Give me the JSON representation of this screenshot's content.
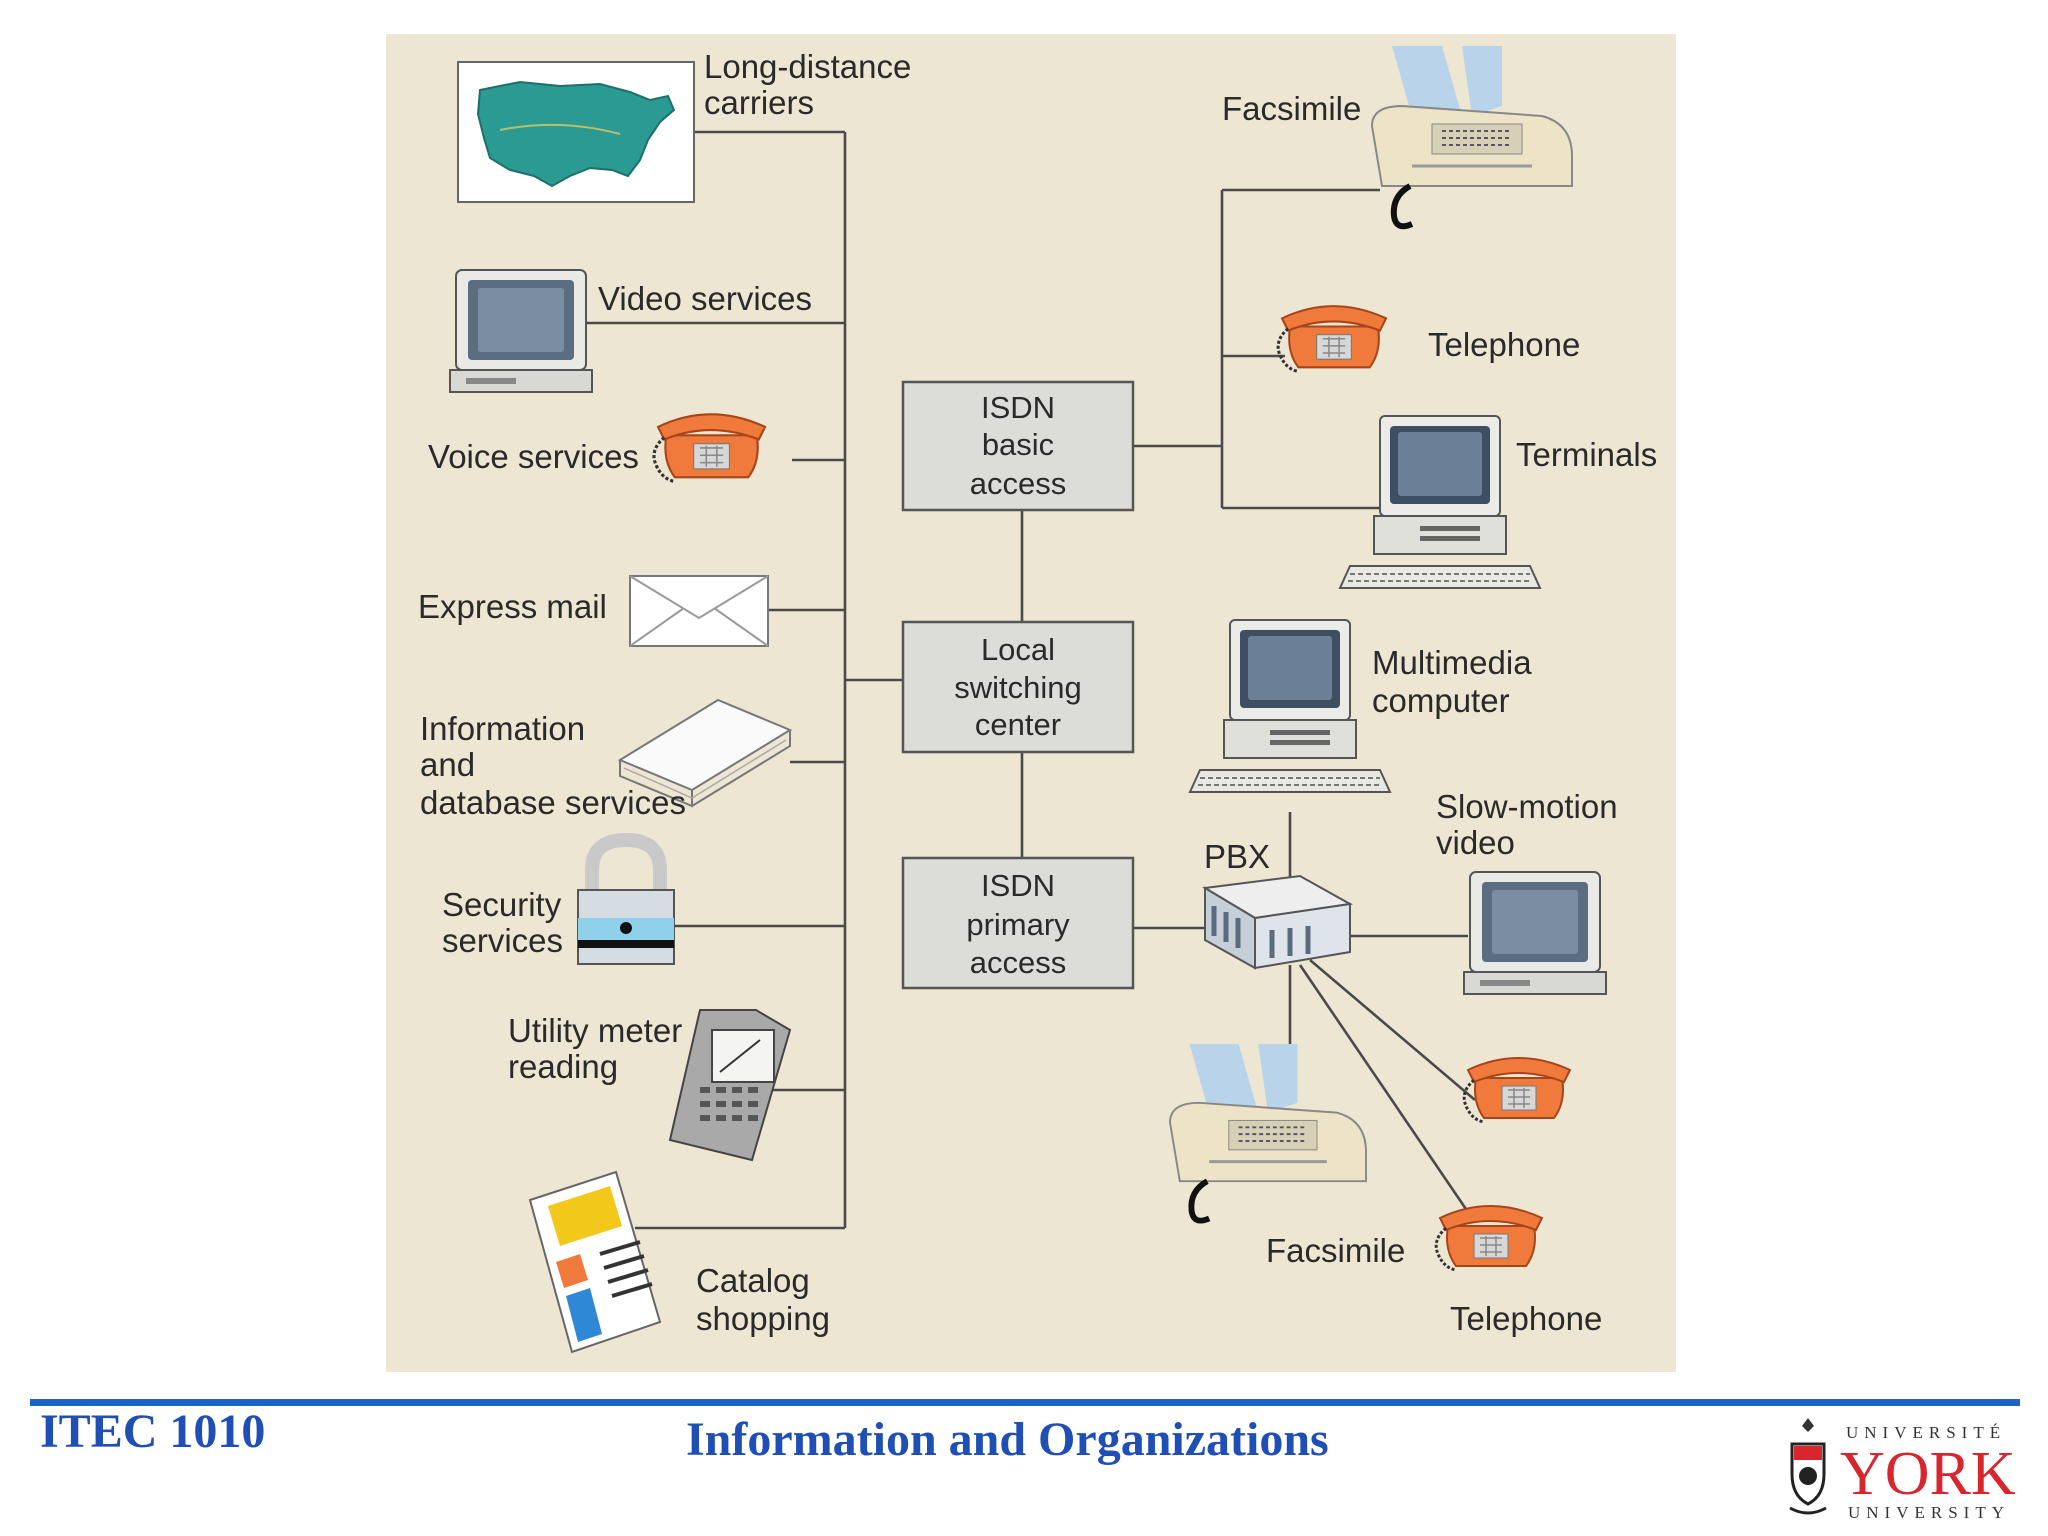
{
  "diagram": {
    "left_services": {
      "long_distance": [
        "Long-distance",
        "carriers"
      ],
      "video": "Video services",
      "voice": "Voice services",
      "express_mail": "Express mail",
      "information": [
        "Information",
        "and",
        "database services"
      ],
      "security": [
        "Security",
        "services"
      ],
      "utility": [
        "Utility meter",
        "reading"
      ],
      "catalog": [
        "Catalog",
        "shopping"
      ]
    },
    "center": {
      "isdn_basic": [
        "ISDN",
        "basic",
        "access"
      ],
      "local_switching": [
        "Local",
        "switching",
        "center"
      ],
      "isdn_primary": [
        "ISDN",
        "primary",
        "access"
      ]
    },
    "right_devices": {
      "facsimile_top": "Facsimile",
      "telephone_top": "Telephone",
      "terminals": "Terminals",
      "multimedia": [
        "Multimedia",
        "computer"
      ],
      "pbx": "PBX",
      "slow_motion": [
        "Slow-motion",
        "video"
      ],
      "facsimile_bottom": "Facsimile",
      "telephone_bottom": "Telephone"
    }
  },
  "footer": {
    "course_code": "ITEC 1010",
    "course_title": "Information and Organizations",
    "logo": {
      "top": "UNIVERSITÉ",
      "name": "YORK",
      "bottom": "UNIVERSITY"
    }
  },
  "colors": {
    "panel": "#ede6d3",
    "footer_blue": "#1f4fb4",
    "phone_orange": "#f07a3c",
    "map_teal": "#2a9a93",
    "york_red": "#d8262f"
  },
  "icons": [
    "us-map-icon",
    "monitor-icon",
    "telephone-icon",
    "envelope-icon",
    "paper-stack-icon",
    "padlock-icon",
    "meter-icon",
    "catalog-icon",
    "fax-icon",
    "terminal-icon",
    "pbx-icon"
  ]
}
